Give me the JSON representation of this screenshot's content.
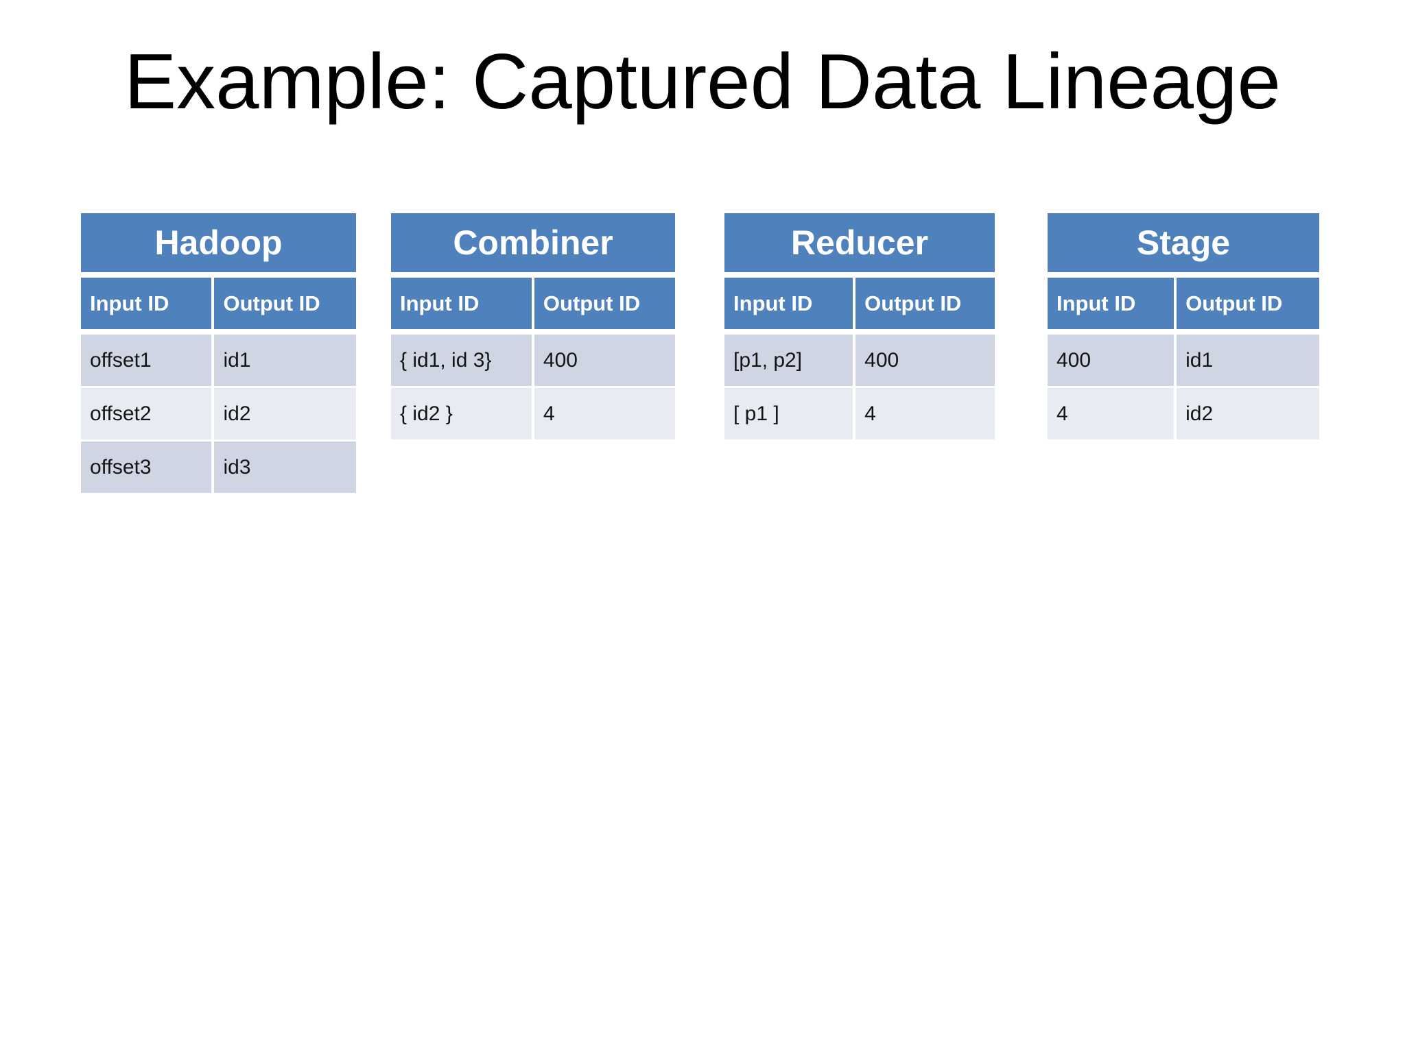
{
  "slide": {
    "title": "Example: Captured Data Lineage"
  },
  "colors": {
    "table_header_blue": "#4F81BD",
    "row_shade_dark": "#CFD5E3",
    "row_shade_light": "#E9EBF2",
    "header_text": "#FFFFFF",
    "cell_text": "#141414",
    "background": "#FFFFFF",
    "title_text": "#000000"
  },
  "tables": [
    {
      "title": "Hadoop",
      "columns": [
        "Input ID",
        "Output ID"
      ],
      "rows": [
        [
          "offset1",
          "id1"
        ],
        [
          "offset2",
          "id2"
        ],
        [
          "offset3",
          "id3"
        ]
      ]
    },
    {
      "title": "Combiner",
      "columns": [
        "Input ID",
        "Output ID"
      ],
      "rows": [
        [
          "{ id1, id 3}",
          "400"
        ],
        [
          "{ id2 }",
          "4"
        ]
      ]
    },
    {
      "title": "Reducer",
      "columns": [
        "Input ID",
        "Output ID"
      ],
      "rows": [
        [
          "[p1, p2]",
          "400"
        ],
        [
          "[ p1 ]",
          "4"
        ]
      ]
    },
    {
      "title": "Stage",
      "columns": [
        "Input ID",
        "Output ID"
      ],
      "rows": [
        [
          "400",
          "id1"
        ],
        [
          "4",
          "id2"
        ]
      ]
    }
  ]
}
